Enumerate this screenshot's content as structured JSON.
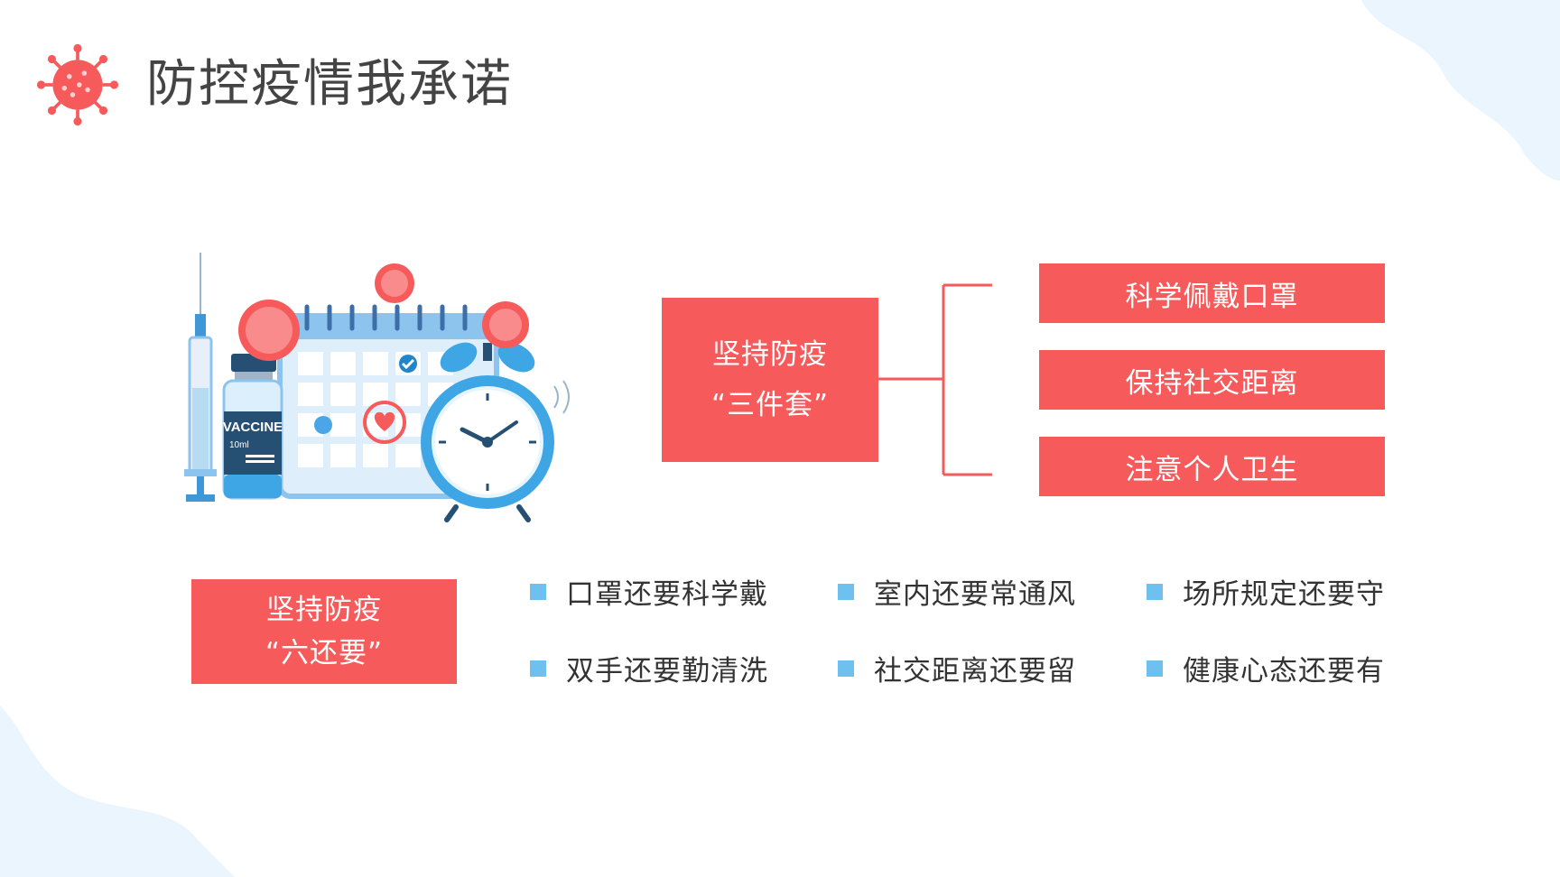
{
  "page": {
    "title": "防控疫情我承诺"
  },
  "main_box": {
    "line1": "坚持防疫",
    "line2": "“三件套”"
  },
  "three_items": [
    {
      "label": "科学佩戴口罩"
    },
    {
      "label": "保持社交距离"
    },
    {
      "label": "注意个人卫生"
    }
  ],
  "six_box": {
    "line1": "坚持防疫",
    "line2": "“六还要”"
  },
  "six_items": [
    {
      "label": "口罩还要科学戴"
    },
    {
      "label": "室内还要常通风"
    },
    {
      "label": "场所规定还要守"
    },
    {
      "label": "双手还要勤清洗"
    },
    {
      "label": "社交距离还要留"
    },
    {
      "label": "健康心态还要有"
    }
  ],
  "illustration": {
    "vial_label": "VACCINE",
    "vial_volume": "10ml"
  },
  "colors": {
    "accent_red": "#f75a5b",
    "bullet_blue": "#6ec1ef",
    "bg_blue": "#eaf5fd"
  },
  "icons": [
    "virus-icon",
    "syringe-icon",
    "vaccine-vial-icon",
    "calendar-icon",
    "alarm-clock-icon",
    "heart-icon",
    "check-icon"
  ]
}
